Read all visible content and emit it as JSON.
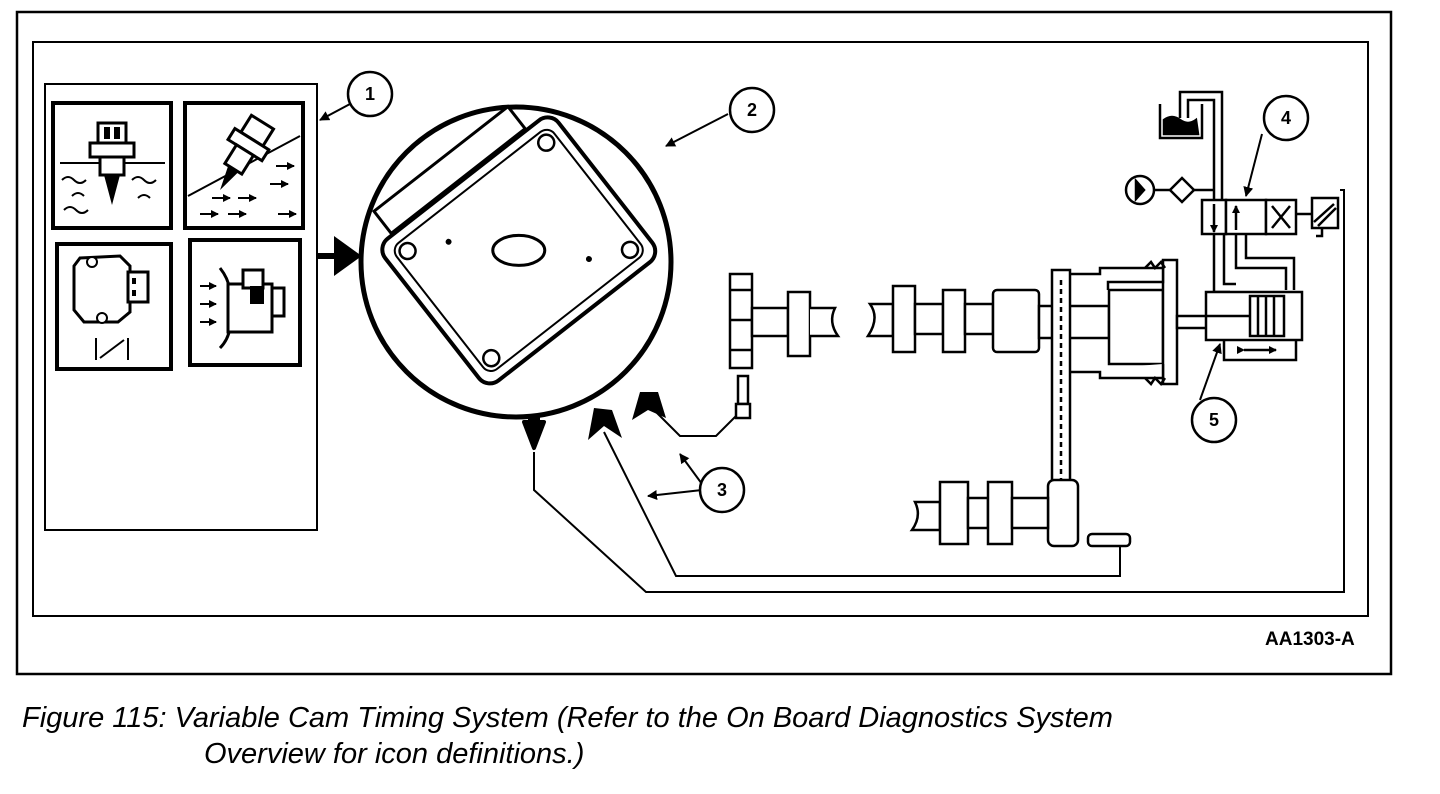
{
  "figure": {
    "id_code": "AA1303-A",
    "caption_line1": "Figure 115: Variable Cam Timing System (Refer to the On Board Diagnostics System",
    "caption_line2": "Overview for icon definitions.)"
  },
  "callouts": [
    "1",
    "2",
    "3",
    "4",
    "5"
  ],
  "icons": [
    "engine-coolant-temperature-sensor-icon",
    "intake-air-temperature-sensor-icon",
    "throttle-position-sensor-icon",
    "mass-air-flow-sensor-icon"
  ]
}
